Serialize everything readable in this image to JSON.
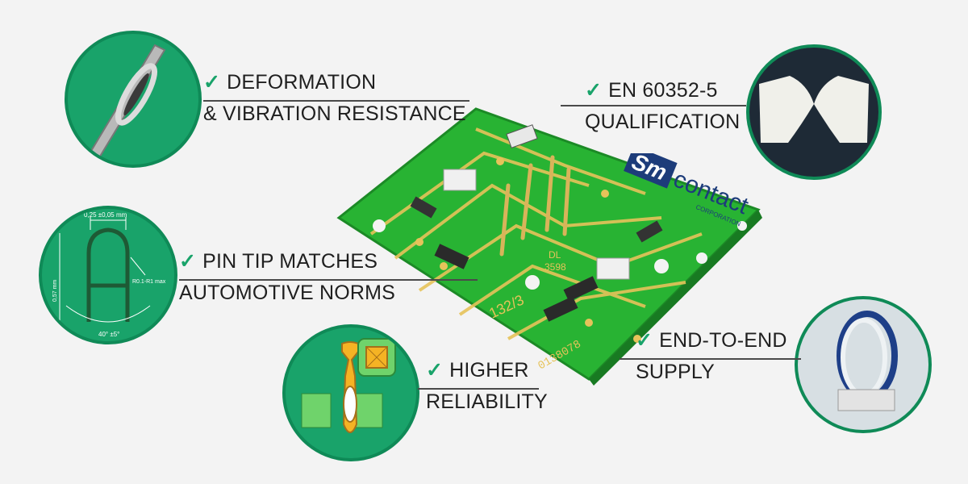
{
  "features": [
    {
      "id": "deformation",
      "line1": "DEFORMATION",
      "line2": "& VIBRATION RESISTANCE",
      "check": "✓"
    },
    {
      "id": "pin-tip",
      "line1": "PIN TIP MATCHES",
      "line2": "AUTOMOTIVE NORMS",
      "check": "✓"
    },
    {
      "id": "reliability",
      "line1": "HIGHER",
      "line2": "RELIABILITY",
      "check": "✓"
    },
    {
      "id": "qualification",
      "line1": "EN 60352-5",
      "line2": "QUALIFICATION",
      "check": "✓"
    },
    {
      "id": "supply",
      "line1": "END-TO-END",
      "line2": "SUPPLY",
      "check": "✓"
    }
  ],
  "diagram": {
    "width_dim": "0,25 ±0,05 mm",
    "radius_dim": "R0.1-R1 max",
    "height_dim": "0,57 mm",
    "angle_dim": "40° ±5°"
  },
  "board": {
    "marking1": "132/3",
    "marking2": "0138078",
    "marking3": "DL",
    "marking4": "3598"
  },
  "brand": {
    "logo_letters": "Sm",
    "name": "contact",
    "sub": "CORPORATION"
  },
  "colors": {
    "accent_green": "#19a36a",
    "pcb_green": "#2fbf3a",
    "copper": "#e6c35a"
  }
}
